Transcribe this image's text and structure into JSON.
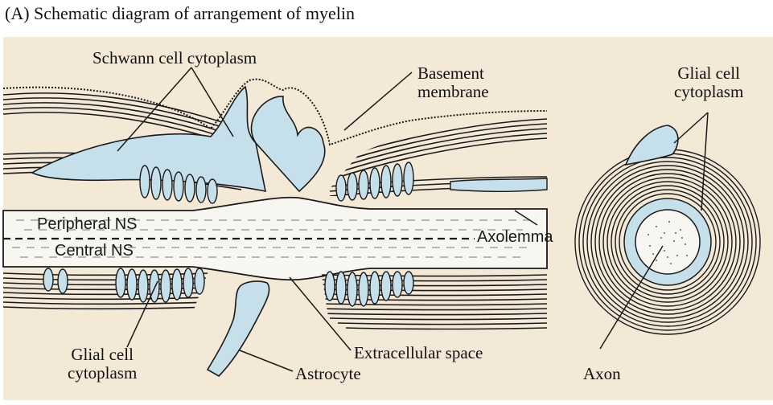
{
  "title": "(A) Schematic diagram of arrangement of myelin",
  "colors": {
    "background_panel": "#f4e8d7",
    "cytoplasm": "#c5e0ea",
    "axon_band": "#f7f6f1",
    "line": "#1a1a1a"
  },
  "labels": {
    "schwann": "Schwann cell cytoplasm",
    "basement_1": "Basement",
    "basement_2": "membrane",
    "glial_right_1": "Glial cell",
    "glial_right_2": "cytoplasm",
    "peripheral": "Peripheral NS",
    "central": "Central NS",
    "axolemma": "Axolemma",
    "glial_left_1": "Glial cell",
    "glial_left_2": "cytoplasm",
    "extracellular": "Extracellular space",
    "astrocyte": "Astrocyte",
    "axon": "Axon"
  }
}
